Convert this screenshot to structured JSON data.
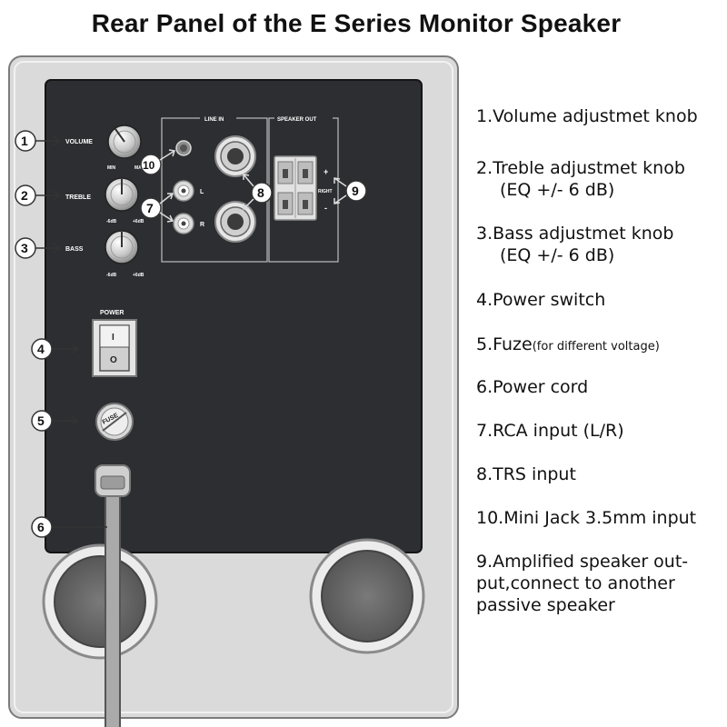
{
  "title": "Rear Panel of the E Series Monitor Speaker",
  "panel_labels": {
    "volume": "VOLUME",
    "treble": "TREBLE",
    "bass": "BASS",
    "min": "MIN",
    "max": "MAX",
    "treble_low": "-6dB",
    "treble_high": "+6dB",
    "bass_low": "-6dB",
    "bass_high": "+6dB",
    "line_in": "LINE IN",
    "speaker_out": "SPEAKER OUT",
    "rca_left": "L",
    "rca_right": "R",
    "right": "RIGHT",
    "plus": "+",
    "minus": "-",
    "power": "POWER",
    "switch_on": "I",
    "switch_off": "O",
    "fuse": "FUSE"
  },
  "callouts": {
    "c1": "1",
    "c2": "2",
    "c3": "3",
    "c4": "4",
    "c5": "5",
    "c6": "6",
    "c7": "7",
    "c8": "8",
    "c9": "9",
    "c10": "10"
  },
  "legend": {
    "item1": "1.Volume adjustmet knob",
    "item2": "2.Treble adjustmet knob",
    "item2_sub": "(EQ +/- 6 dB)",
    "item3": "3.Bass adjustmet knob",
    "item3_sub": "(EQ +/- 6 dB)",
    "item4": "4.Power switch",
    "item5": "5.Fuze",
    "item5_note": "(for different voltage)",
    "item6": "6.Power cord",
    "item7": "7.RCA input (L/R)",
    "item8": "8.TRS input",
    "item10": "10.Mini Jack 3.5mm input",
    "item9": "9.Amplified speaker out-put,connect to another passive speaker"
  },
  "colors": {
    "cabinet": "#d9d9d9",
    "panel": "#2b2d30",
    "metal": "#cfcfcf",
    "cord": "#a9a9a9"
  }
}
